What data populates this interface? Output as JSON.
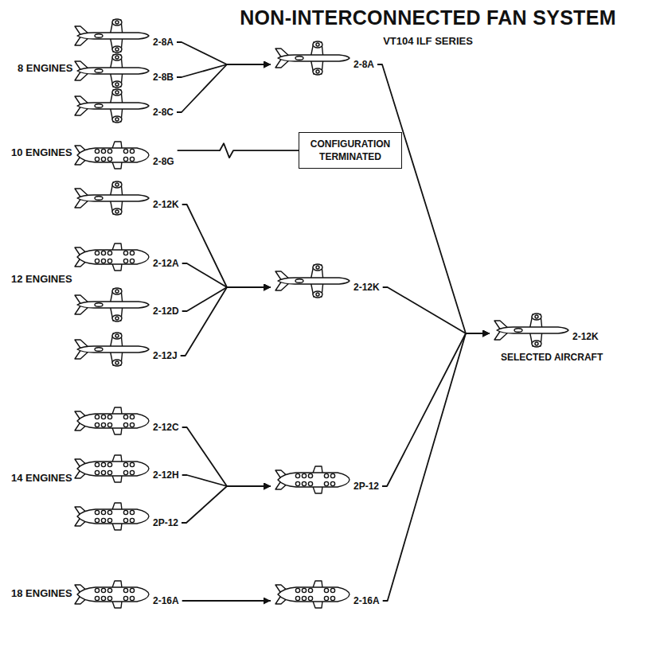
{
  "diagram": {
    "title": "NON-INTERCONNECTED FAN SYSTEM",
    "nodes": [
      {
        "text": [
          "2-8A"
        ]
      },
      {
        "text": [
          "2-8B"
        ]
      },
      {
        "text": [
          "2-8C"
        ]
      },
      {
        "text": [
          "2-8A"
        ]
      },
      {
        "text": [
          "2-8G"
        ]
      },
      {
        "text": [
          "CONFIGURATION TERMINATED"
        ]
      },
      {
        "text": [
          "2-12K"
        ]
      },
      {
        "text": [
          "2-12A"
        ]
      },
      {
        "text": [
          "2-12D"
        ]
      },
      {
        "text": [
          "2-12J"
        ]
      },
      {
        "text": [
          "2-12K"
        ]
      },
      {
        "text": [
          "2-12C"
        ]
      },
      {
        "text": [
          "2-12H"
        ]
      },
      {
        "text": [
          "2P-12"
        ]
      },
      {
        "text": [
          "2P-12"
        ]
      },
      {
        "text": [
          "2-16A"
        ]
      },
      {
        "text": [
          "2-16A"
        ]
      },
      {
        "text": [
          "2-12K",
          "SELECTED AIRCRAFT"
        ]
      }
    ],
    "edges": [
      {
        "from": 0,
        "to": 3,
        "arrow": "to"
      },
      {
        "from": 1,
        "to": 3,
        "arrow": "to"
      },
      {
        "from": 2,
        "to": 3,
        "arrow": "to"
      },
      {
        "from": 4,
        "to": 5,
        "arrow": "none"
      },
      {
        "from": 6,
        "to": 10,
        "arrow": "to"
      },
      {
        "from": 7,
        "to": 10,
        "arrow": "to"
      },
      {
        "from": 8,
        "to": 10,
        "arrow": "to"
      },
      {
        "from": 9,
        "to": 10,
        "arrow": "to"
      },
      {
        "from": 11,
        "to": 14,
        "arrow": "to"
      },
      {
        "from": 12,
        "to": 14,
        "arrow": "to"
      },
      {
        "from": 13,
        "to": 14,
        "arrow": "to"
      },
      {
        "from": 15,
        "to": 16,
        "arrow": "to"
      },
      {
        "from": 3,
        "to": 17,
        "arrow": "to"
      },
      {
        "from": 10,
        "to": 17,
        "arrow": "to"
      },
      {
        "from": 14,
        "to": 17,
        "arrow": "to"
      },
      {
        "from": 16,
        "to": 17,
        "arrow": "to"
      }
    ],
    "labels": [
      "VT104 ILF SERIES",
      "8 ENGINES",
      "10 ENGINES",
      "12 ENGINES",
      "14 ENGINES",
      "18 ENGINES"
    ]
  }
}
